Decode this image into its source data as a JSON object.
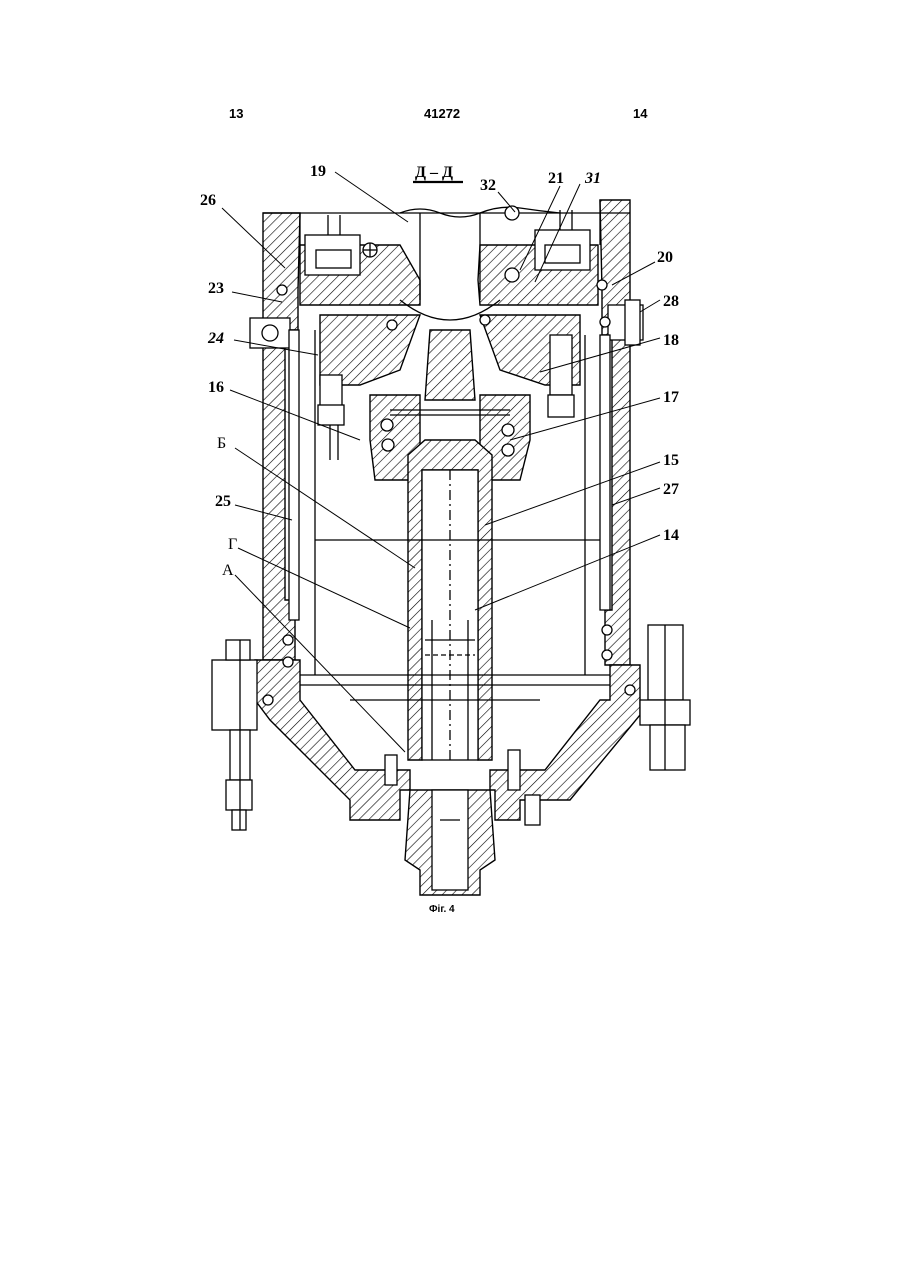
{
  "header": {
    "left_page": "13",
    "doc_number": "41272",
    "right_page": "14"
  },
  "section_title": "Д – Д",
  "labels": {
    "l19": "19",
    "l26": "26",
    "l32": "32",
    "l21": "21",
    "l31": "31",
    "l20": "20",
    "l23": "23",
    "l28": "28",
    "l24": "24",
    "l18": "18",
    "l16": "16",
    "l17": "17",
    "lB": "Б",
    "l15": "15",
    "l25": "25",
    "l27": "27",
    "lG": "Г",
    "l14": "14",
    "lA": "А"
  },
  "caption": "Фіг. 4"
}
